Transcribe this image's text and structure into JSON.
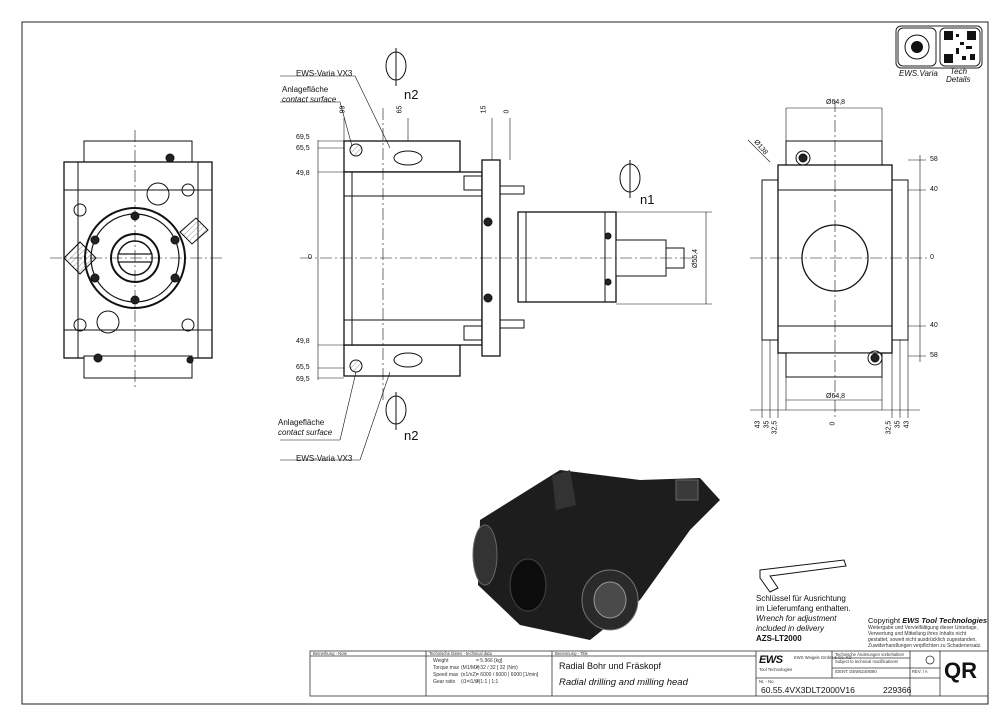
{
  "labels": {
    "ews_varia_top": "EWS-Varia VX3",
    "ews_varia_bottom": "EWS-Varia VX3",
    "anlage_top_de": "Anlagefläche",
    "anlage_top_en": "contact surface",
    "anlage_bot_de": "Anlagefläche",
    "anlage_bot_en": "contact surface",
    "n2_top": "n2",
    "n2_bottom": "n2",
    "n1": "n1"
  },
  "dimensions_side": {
    "d99": "99",
    "d65": "65",
    "d15": "15",
    "d0": "0",
    "l69_5_top": "69,5",
    "l65_5_top": "65,5",
    "l49_8_top": "49,8",
    "l0": "0",
    "l49_8_bot": "49,8",
    "l65_5_bot": "65,5",
    "l69_5_bot": "69,5",
    "dia55_4": "Ø55,4"
  },
  "dimensions_right": {
    "dia64_8_top": "Ø64,8",
    "dia64_8_bot": "Ø64,8",
    "dia138": "Ø138",
    "r58_top": "58",
    "r40_top": "40",
    "r0": "0",
    "r40_bot": "40",
    "r58_bot": "58",
    "b43_l": "43",
    "b35_l": "35",
    "b32_5_l": "32,5",
    "b0": "0",
    "b32_5_r": "32,5",
    "b35_r": "35",
    "b43_r": "43"
  },
  "qr_block": {
    "ews_varia": "EWS.Varia",
    "tech": "Tech",
    "details": "Details"
  },
  "wrench_note": {
    "de1": "Schlüssel für Ausrichtung",
    "de2": "im Lieferumfang enthalten.",
    "en1": "Wrench for adjustment",
    "en2": "included in delivery",
    "part": "AZS-LT2000"
  },
  "copyright": {
    "title_prefix": "Copyright ",
    "title_brand": "EWS Tool Technologies",
    "line1": "Weitergabe und Vervielfältigung dieser Unterlage,",
    "line2": "Verwertung und Mitteilung ihres Inhalts nicht",
    "line3": "gestattet, soweit nicht ausdrücklich zugestanden.",
    "line4": "Zuwiderhandlungen verpflichten zu Schadenersatz."
  },
  "title_block": {
    "bemerkung": "Bemerkung - Note",
    "tech_data_head": "Technische Daten - technical data",
    "weight_label": "Weight",
    "weight_value": "= 5.966 [kg]",
    "torque_label": "Torque max",
    "torque_unit": "(M1/M2)",
    "torque_value": "= 32 / 32 [ 32 (Nm)",
    "speed_label": "Speed max",
    "speed_unit": "(n1/n2)",
    "speed_value": "= 6000 / 6000 | 6000 [1/min]",
    "gear_label": "Gear ratio",
    "gear_unit": "(i1=i1/i2)",
    "gear_value": "= 1:1 | 1:1",
    "benennung_head": "Benennung - Title",
    "title_de": "Radial Bohr und Fräskopf",
    "title_en": "Radial drilling and milling head",
    "nr_head": "Nr. - No.",
    "part_no": "60.55.4VX3DLT2000V16",
    "ews_logo": "EWS",
    "ews_sub": "Tool Technologies",
    "company_addr": "EWS Weigele GmbH & Co. KG",
    "tech_change": "Technische Änderungen vorbehalten!",
    "tech_change_en": "Subject to technical modifications!",
    "ident": "IDENT: DEW524/8080",
    "rev": "REV: / A",
    "id_no": "229366",
    "qr": "QR"
  }
}
